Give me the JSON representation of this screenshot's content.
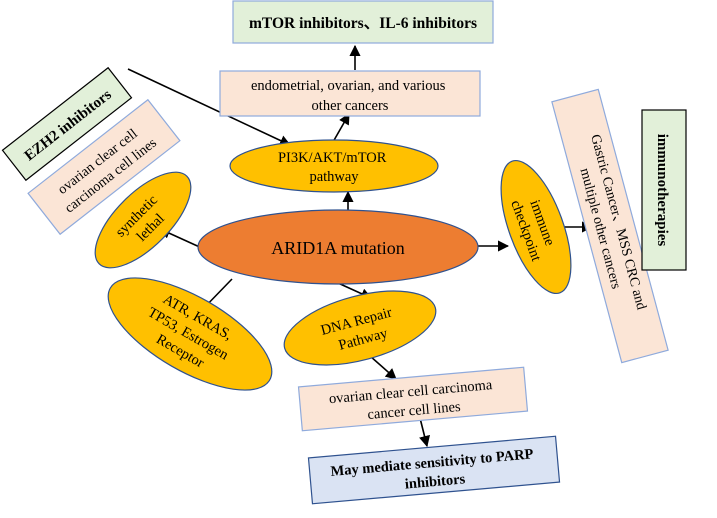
{
  "diagram": {
    "center": "ARID1A mutation",
    "pi3k_pathway": [
      "PI3K/AKT/mTOR",
      "pathway"
    ],
    "endometrial_cancers": [
      "endometrial, ovarian, and various",
      "other cancers"
    ],
    "mtor_inhibitors": "mTOR inhibitors、IL-6 inhibitors",
    "ezh2_inhibitors": "EZH2 inhibitors",
    "ovarian_ccc_lines": [
      "ovarian clear cell",
      "carcinoma cell lines"
    ],
    "synthetic_lethal": [
      "synthetic",
      "lethal"
    ],
    "atr_kras": [
      "ATR, KRAS,",
      "TP53, Estrogen",
      "Receptor"
    ],
    "dna_repair": [
      "DNA Repair",
      "Pathway"
    ],
    "ovarian_ccc_cancer_lines": [
      "ovarian clear cell carcinoma",
      "cancer cell lines"
    ],
    "parp_sensitivity": [
      "May mediate sensitivity to PARP",
      "inhibitors"
    ],
    "immune_checkpoint": [
      "immune",
      "checkpoint"
    ],
    "gastric_cancer": [
      "Gastric Cancer、MSS CRC and",
      "multiple other cancers"
    ],
    "immunotherapies": "immunotherapies",
    "colors": {
      "center_fill": "#ED7D31",
      "node_fill": "#FFC000",
      "pink_box": "#FBE5D6",
      "green_box": "#E2F0D9",
      "blue_box": "#DAE3F3",
      "box_border": "#8FAADC",
      "node_border": "#2F528F"
    }
  }
}
